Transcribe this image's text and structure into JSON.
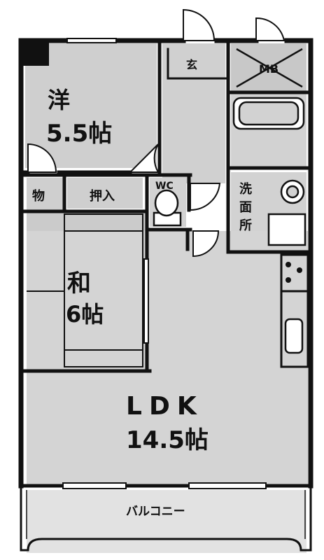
{
  "rooms": {
    "western": {
      "name": "洋",
      "size": "5.5帖"
    },
    "japanese": {
      "name": "和",
      "size": "6帖"
    },
    "ldk": {
      "name": "LDK",
      "size": "14.5帖"
    }
  },
  "labels": {
    "entrance": "玄",
    "meter_box": "MB",
    "closet": "物",
    "oshiire": "押入",
    "wc": "WC",
    "washroom": [
      "洗",
      "面",
      "所"
    ],
    "balcony": "バルコニー"
  },
  "colors": {
    "wall": "#111111",
    "floor": "#d4d4d4",
    "floor_dark": "#bdbdbd",
    "balcony": "#e2e2e2"
  }
}
